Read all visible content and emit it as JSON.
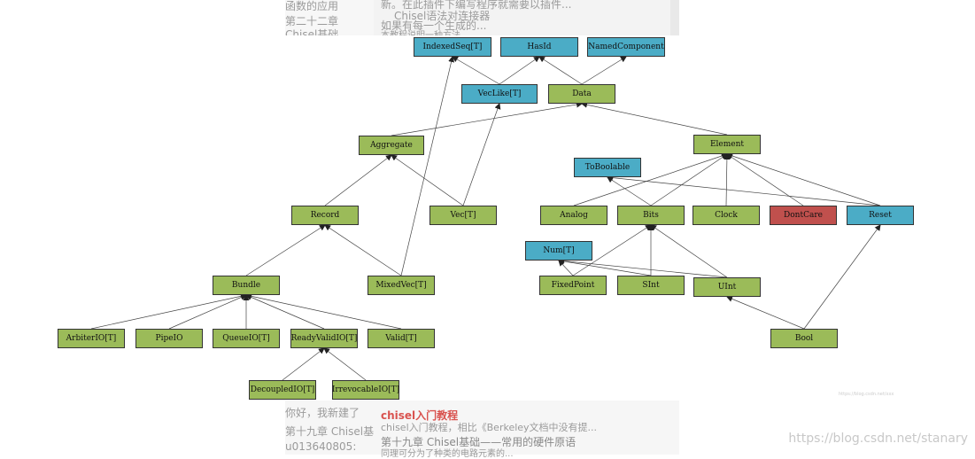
{
  "background": {
    "left_lines": [
      "函数的应用",
      "第二十二章",
      "Chisel基础"
    ],
    "top_lines": [
      "新。在此插件下编写程序就需要以插件...",
      "Chisel语法对连接器",
      "如果有每一个生成的...",
      "本教程说明一种方法"
    ],
    "bottom_left_lines": [
      "你好，我新建了",
      "第十九章 Chisel基",
      "u013640805:"
    ],
    "bottom_mid_lines": [
      "chisel入门教程",
      "chisel入门教程，相比《Berkeley文档中没有提...",
      "第十九章 Chisel基础——常用的硬件原语",
      "同理可分为了种类的电路元素的..."
    ],
    "watermark": "https://blog.csdn.net/stanary"
  },
  "diagram": {
    "nodes": [
      {
        "id": "IndexedSeq",
        "label": "IndexedSeq[T]",
        "color": "blue"
      },
      {
        "id": "HasId",
        "label": "HasId",
        "color": "blue"
      },
      {
        "id": "NamedComponent",
        "label": "NamedComponent",
        "color": "blue"
      },
      {
        "id": "VecLike",
        "label": "VecLike[T]",
        "color": "blue"
      },
      {
        "id": "Data",
        "label": "Data",
        "color": "green"
      },
      {
        "id": "Aggregate",
        "label": "Aggregate",
        "color": "green"
      },
      {
        "id": "Element",
        "label": "Element",
        "color": "green"
      },
      {
        "id": "ToBoolable",
        "label": "ToBoolable",
        "color": "blue"
      },
      {
        "id": "Record",
        "label": "Record",
        "color": "green"
      },
      {
        "id": "Vec",
        "label": "Vec[T]",
        "color": "green"
      },
      {
        "id": "Analog",
        "label": "Analog",
        "color": "green"
      },
      {
        "id": "Bits",
        "label": "Bits",
        "color": "green"
      },
      {
        "id": "Clock",
        "label": "Clock",
        "color": "green"
      },
      {
        "id": "DontCare",
        "label": "DontCare",
        "color": "red"
      },
      {
        "id": "Reset",
        "label": "Reset",
        "color": "blue"
      },
      {
        "id": "Num",
        "label": "Num[T]",
        "color": "blue"
      },
      {
        "id": "Bundle",
        "label": "Bundle",
        "color": "green"
      },
      {
        "id": "MixedVec",
        "label": "MixedVec[T]",
        "color": "green"
      },
      {
        "id": "FixedPoint",
        "label": "FixedPoint",
        "color": "green"
      },
      {
        "id": "SInt",
        "label": "SInt",
        "color": "green"
      },
      {
        "id": "UInt",
        "label": "UInt",
        "color": "green"
      },
      {
        "id": "ArbiterIO",
        "label": "ArbiterIO[T]",
        "color": "green"
      },
      {
        "id": "PipeIO",
        "label": "PipeIO",
        "color": "green"
      },
      {
        "id": "QueueIO",
        "label": "QueueIO[T]",
        "color": "green"
      },
      {
        "id": "ReadyValidIO",
        "label": "ReadyValidIO[T]",
        "color": "green"
      },
      {
        "id": "Valid",
        "label": "Valid[T]",
        "color": "green"
      },
      {
        "id": "Bool",
        "label": "Bool",
        "color": "green"
      },
      {
        "id": "DecoupledIO",
        "label": "DecoupledIO[T]",
        "color": "green"
      },
      {
        "id": "IrrevocableIO",
        "label": "IrrevocableIO[T]",
        "color": "green"
      }
    ],
    "edges": [
      [
        "VecLike",
        "IndexedSeq"
      ],
      [
        "VecLike",
        "HasId"
      ],
      [
        "Data",
        "HasId"
      ],
      [
        "Data",
        "NamedComponent"
      ],
      [
        "Aggregate",
        "Data"
      ],
      [
        "Element",
        "Data"
      ],
      [
        "Record",
        "Aggregate"
      ],
      [
        "Vec",
        "Aggregate"
      ],
      [
        "Vec",
        "VecLike"
      ],
      [
        "Analog",
        "Element"
      ],
      [
        "Bits",
        "Element"
      ],
      [
        "Clock",
        "Element"
      ],
      [
        "DontCare",
        "Element"
      ],
      [
        "Reset",
        "Element"
      ],
      [
        "Bits",
        "ToBoolable"
      ],
      [
        "Reset",
        "ToBoolable"
      ],
      [
        "Bundle",
        "Record"
      ],
      [
        "MixedVec",
        "Record"
      ],
      [
        "MixedVec",
        "IndexedSeq"
      ],
      [
        "FixedPoint",
        "Bits"
      ],
      [
        "SInt",
        "Bits"
      ],
      [
        "UInt",
        "Bits"
      ],
      [
        "FixedPoint",
        "Num"
      ],
      [
        "SInt",
        "Num"
      ],
      [
        "UInt",
        "Num"
      ],
      [
        "ArbiterIO",
        "Bundle"
      ],
      [
        "PipeIO",
        "Bundle"
      ],
      [
        "QueueIO",
        "Bundle"
      ],
      [
        "ReadyValidIO",
        "Bundle"
      ],
      [
        "Valid",
        "Bundle"
      ],
      [
        "DecoupledIO",
        "ReadyValidIO"
      ],
      [
        "IrrevocableIO",
        "ReadyValidIO"
      ],
      [
        "Bool",
        "UInt"
      ],
      [
        "Bool",
        "Reset"
      ]
    ],
    "small_mark": "https://blog.csdn.net/xxx"
  }
}
